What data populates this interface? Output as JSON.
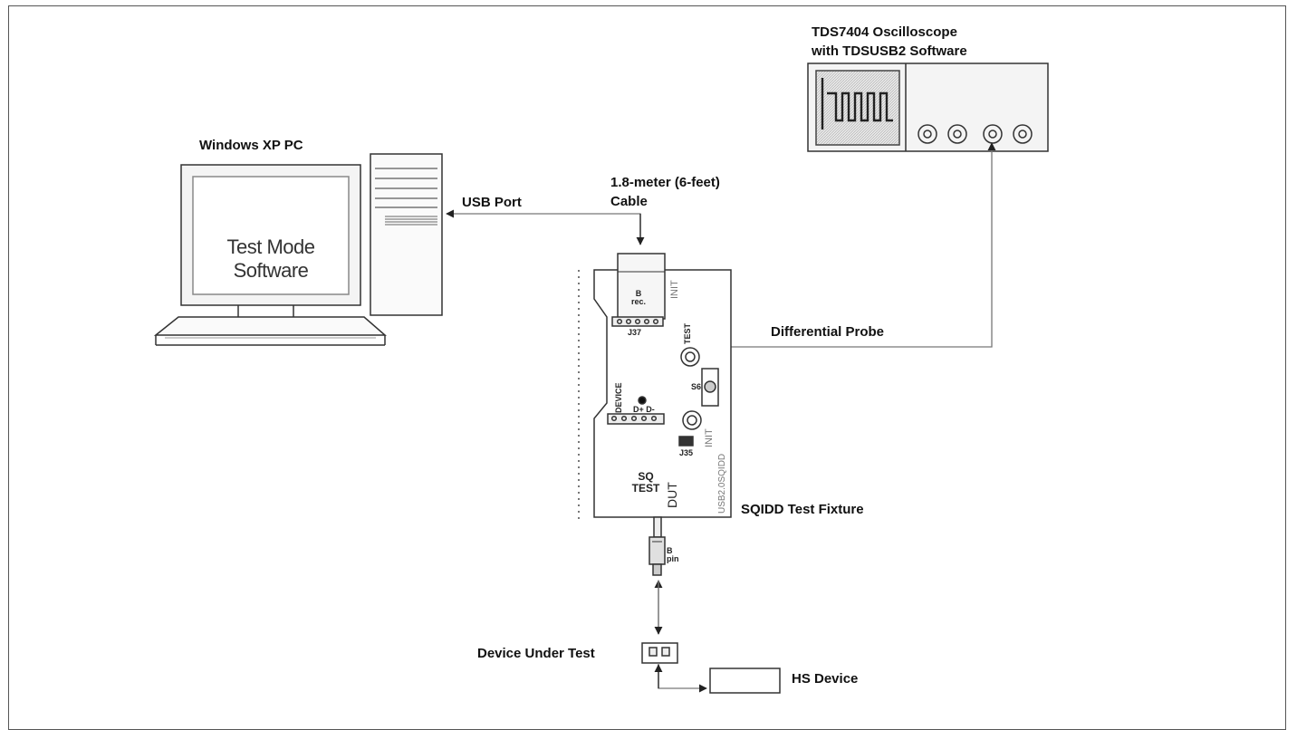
{
  "labels": {
    "pc_title": "Windows XP PC",
    "screen_line1": "Test Mode",
    "screen_line2": "Software",
    "usb_port": "USB Port",
    "cable_line1": "1.8-meter (6-feet)",
    "cable_line2": "Cable",
    "scope_line1": "TDS7404 Oscilloscope",
    "scope_line2": "with TDSUSB2 Software",
    "diff_probe": "Differential Probe",
    "fixture": "SQIDD Test Fixture",
    "dut": "Device Under Test",
    "hs_device": "HS Device"
  },
  "board": {
    "b_rec": "B\nrec.",
    "init_top": "INIT",
    "j37": "J37",
    "test": "TEST",
    "device": "DEVICE",
    "d_pins": "D+ D-",
    "s6": "S6",
    "init_bottom": "INIT",
    "j35": "J35",
    "sq_test": "SQ\nTEST",
    "dut": "DUT",
    "usb_code": "USB2.0SQIDD",
    "b_pin": "B\npin"
  }
}
